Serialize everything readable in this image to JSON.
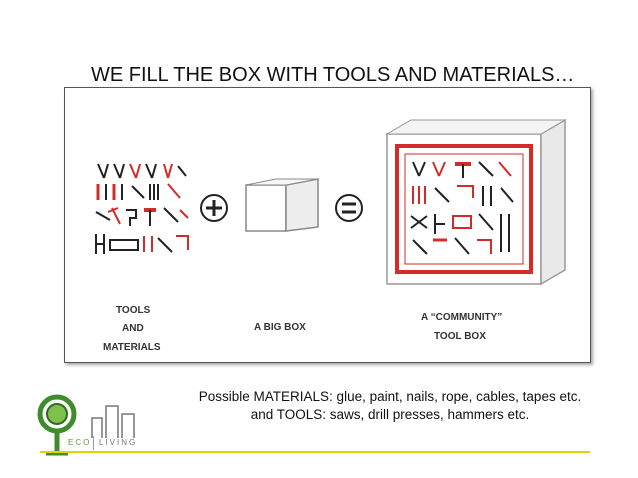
{
  "slide": {
    "title": "WE FILL THE BOX WITH TOOLS AND MATERIALS…"
  },
  "diagram": {
    "operator_plus": "+",
    "operator_equals": "=",
    "tools_label_line1": "TOOLS",
    "tools_label_line2": "AND",
    "tools_label_line3": "MATERIALS",
    "box_label": "A BIG BOX",
    "community_label_line1": "A “COMMUNITY”",
    "community_label_line2": "TOOL BOX"
  },
  "caption": {
    "line1": "Possible MATERIALS: glue, paint, nails, rope, cables, tapes etc.",
    "line2": "and TOOLS: saws, drill presses, hammers etc."
  },
  "footer": {
    "brand_eco": "ECO",
    "brand_living": "LIVING"
  },
  "colors": {
    "accent_red": "#d42a2a",
    "footer_yellow": "#e6d200",
    "logo_green": "#3f8c2c"
  }
}
